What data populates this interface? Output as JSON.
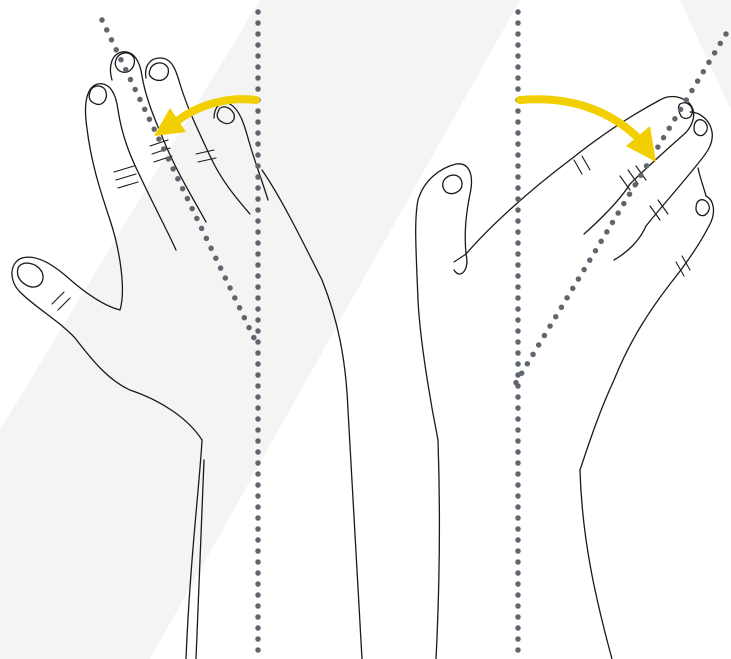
{
  "figure": {
    "panels": [
      {
        "id": "ulnar-deviation",
        "direction": "toward-pinky",
        "arrow": "counterclockwise"
      },
      {
        "id": "radial-deviation",
        "direction": "toward-thumb",
        "arrow": "clockwise"
      }
    ],
    "colors": {
      "background": "#ffffff",
      "band": "#f4f4f4",
      "dots": "#5f6670",
      "arrow": "#f2cf00",
      "outline": "#1a1a1a"
    },
    "icons": [
      "hand-outline",
      "rotation-arrow",
      "dotted-axis"
    ]
  }
}
